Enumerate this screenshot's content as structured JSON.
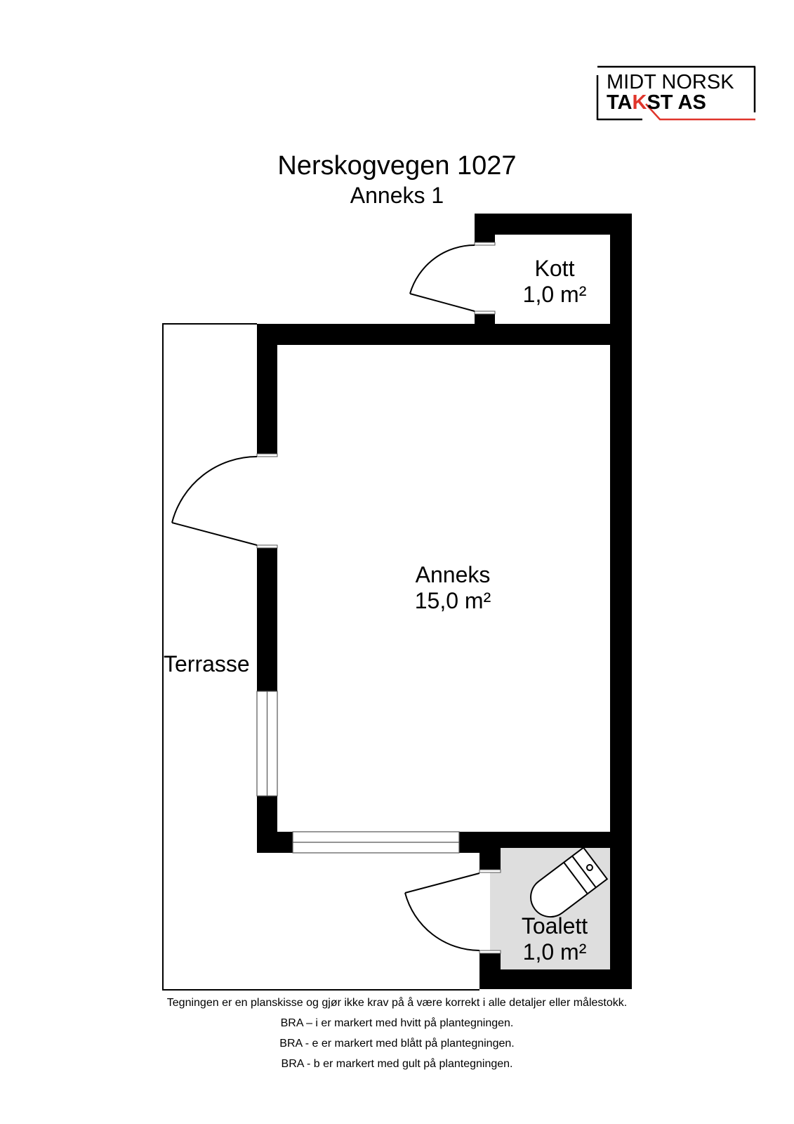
{
  "logo": {
    "line1": "MIDT NORSK",
    "line2_a": "TA",
    "line2_k": "K",
    "line2_b": "ST AS",
    "accent_color": "#e0352b"
  },
  "header": {
    "title": "Nerskogvegen 1027",
    "subtitle": "Anneks 1"
  },
  "rooms": [
    {
      "name": "Kott",
      "area": "1,0 m²"
    },
    {
      "name": "Anneks",
      "area": "15,0 m²"
    },
    {
      "name": "Terrasse",
      "area": ""
    },
    {
      "name": "Toalett",
      "area": "1,0 m²",
      "floor_color": "#dedede"
    }
  ],
  "footer": {
    "lines": [
      "Tegningen er en planskisse og gjør ikke krav på å være korrekt i alle detaljer eller målestokk.",
      "BRA – i er markert med hvitt på plantegningen.",
      "BRA - e er markert med blått på plantegningen.",
      "BRA - b er markert med gult på plantegningen."
    ]
  }
}
